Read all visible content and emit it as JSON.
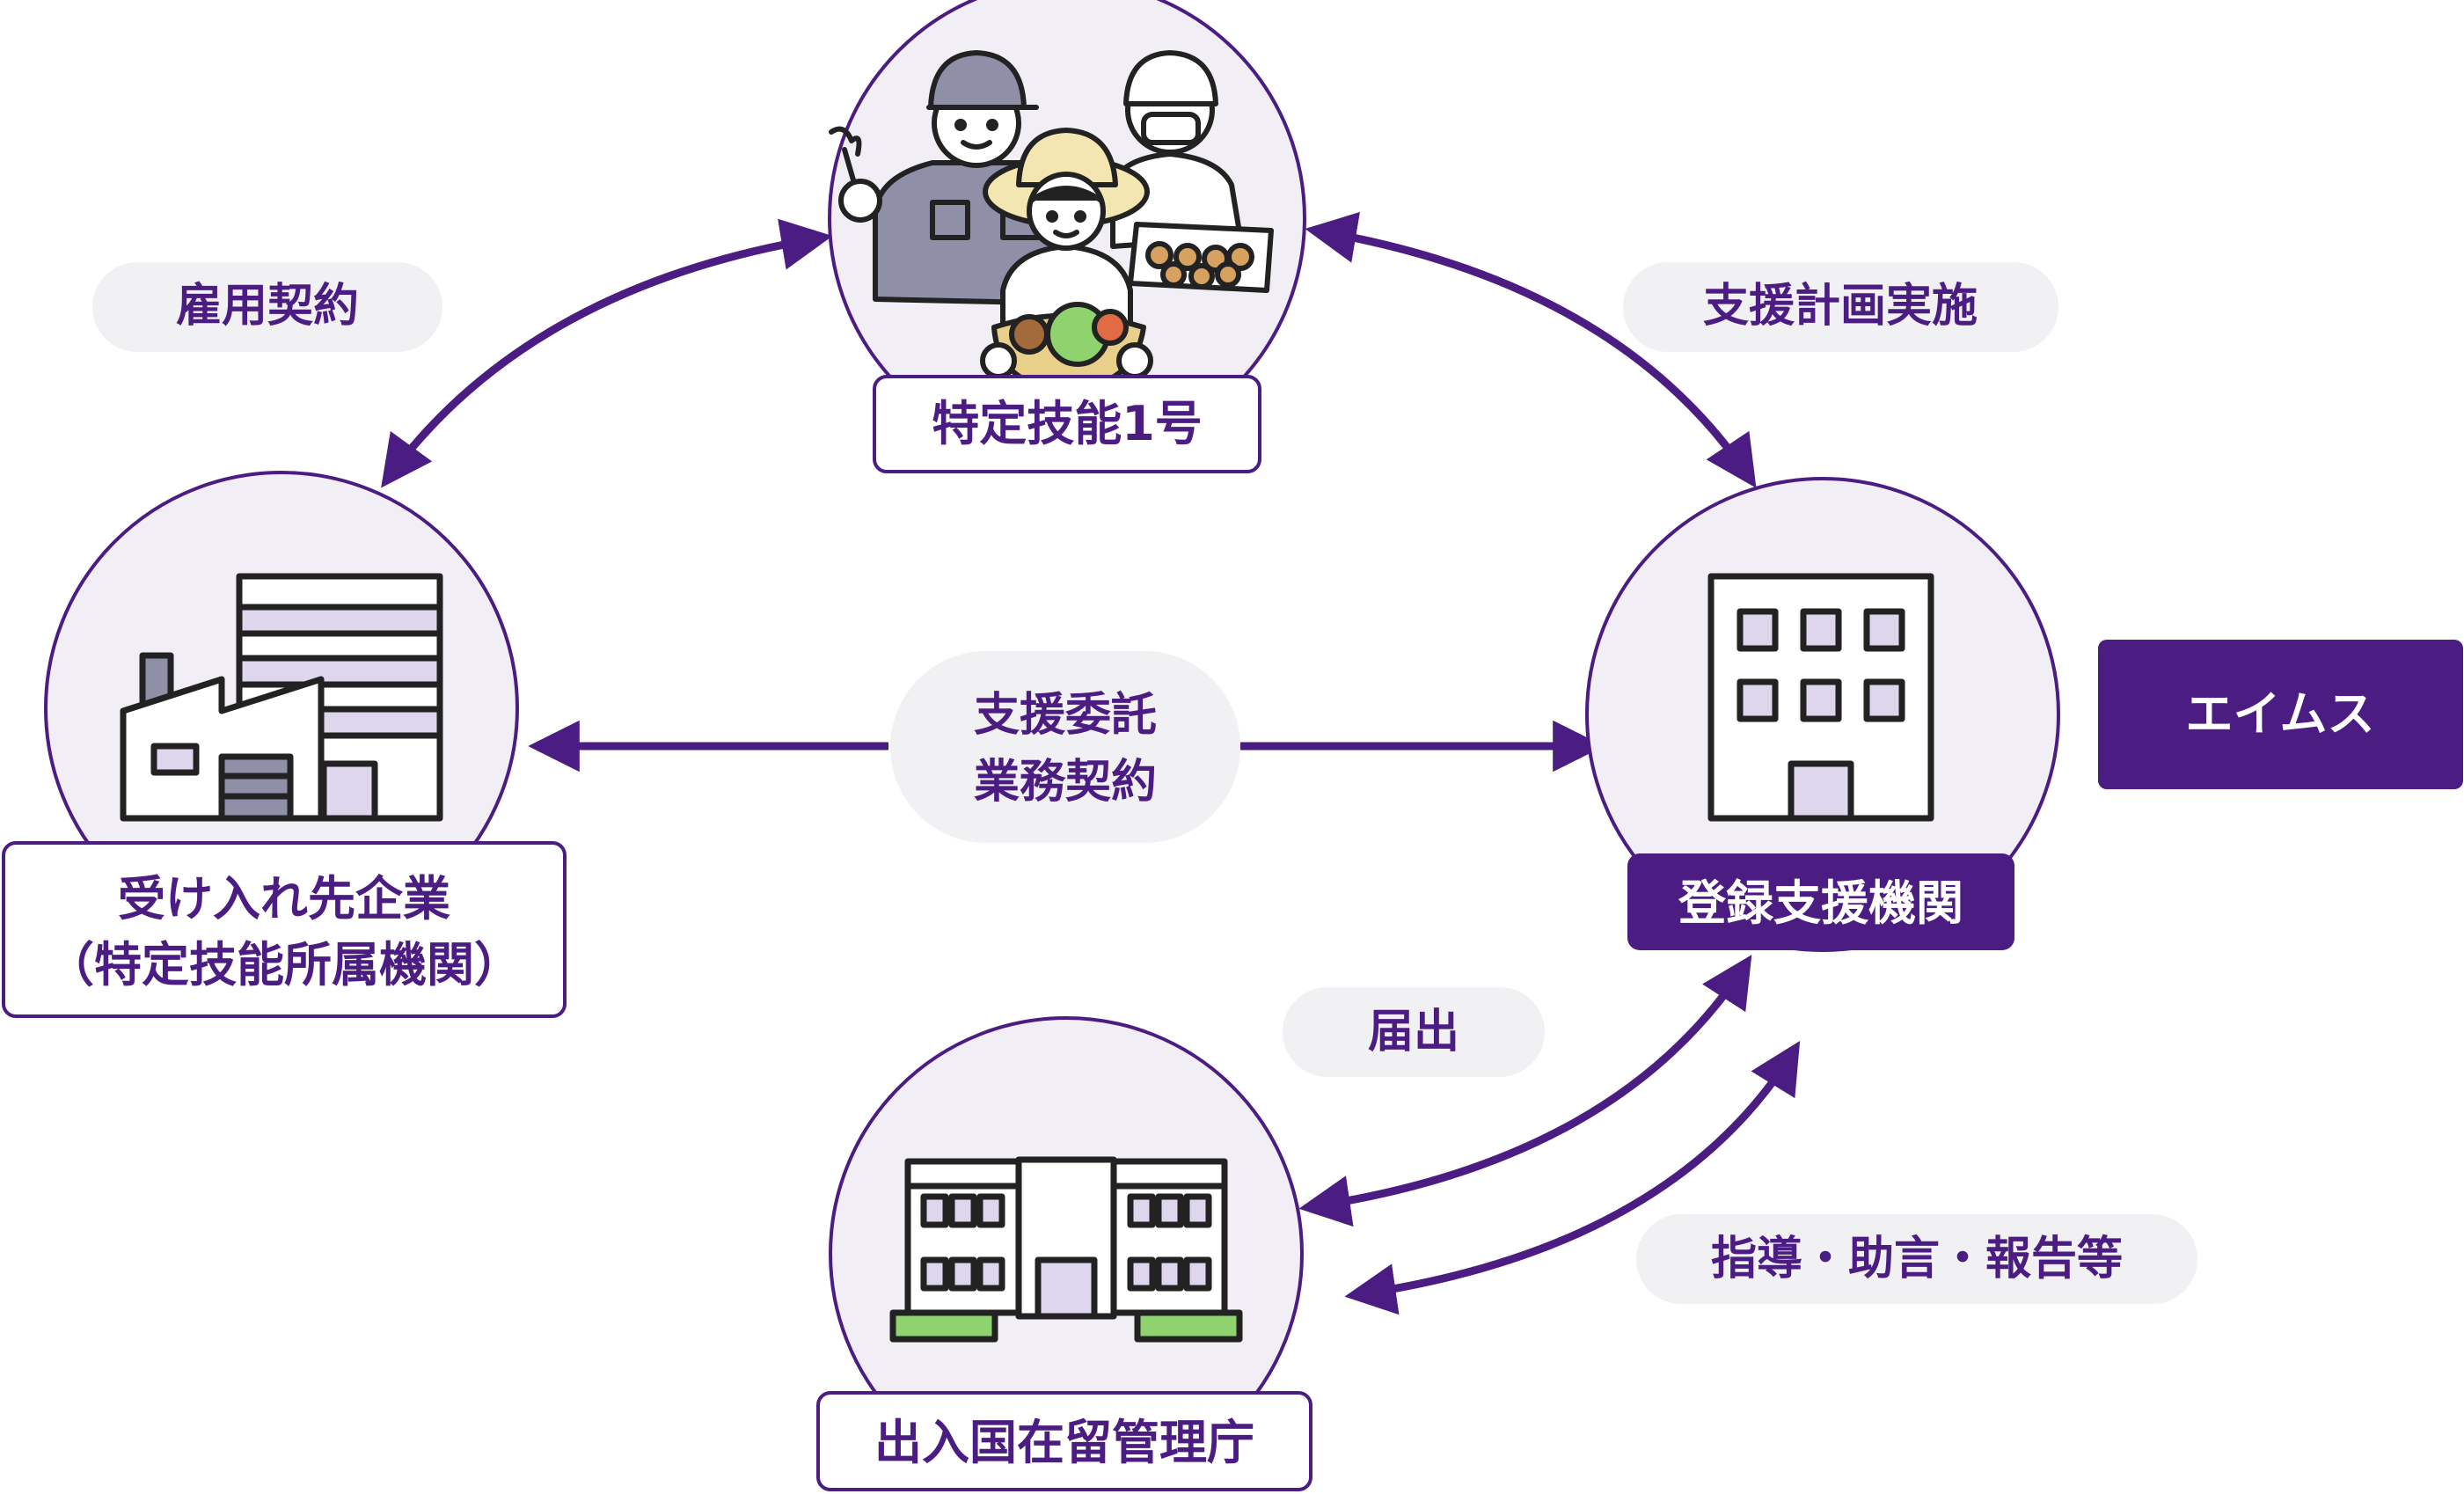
{
  "nodes": {
    "worker": {
      "label": "特定技能1号"
    },
    "company": {
      "line1": "受け入れ先企業",
      "line2": "（特定技能所属機関）"
    },
    "support_org": {
      "label": "登録支援機関"
    },
    "immigration": {
      "label": "出入国在留管理庁"
    },
    "aims": {
      "label": "エイムス"
    }
  },
  "relations": {
    "employment": "雇用契約",
    "support_plan": "支援計画実施",
    "outsourcing_line1": "支援委託",
    "outsourcing_line2": "業務契約",
    "notification": "届出",
    "guidance": "指導・助言・報告等"
  },
  "colors": {
    "primary": "#4b1d82",
    "light_fill": "#f1eef5",
    "pill_bg": "#f1f1f3",
    "building_fill": "#ddd6ec",
    "green": "#8ed36e"
  }
}
